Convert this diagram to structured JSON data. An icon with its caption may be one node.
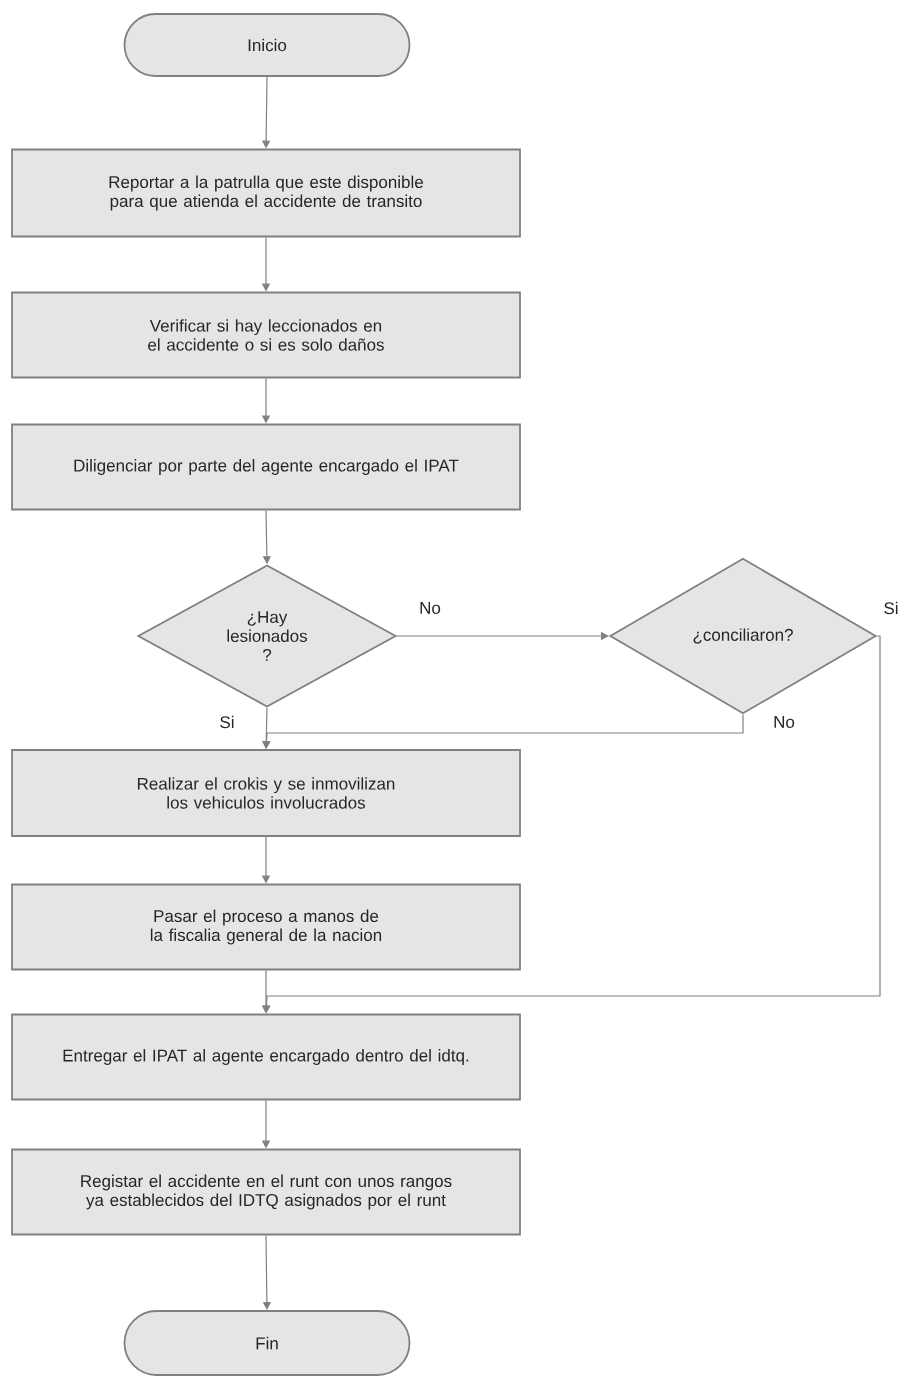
{
  "diagram": {
    "nodes": [
      {
        "text": [
          "Inicio"
        ]
      },
      {
        "text": [
          "Reportar a la patrulla que este disponible para que atienda el accidente de transito"
        ]
      },
      {
        "text": [
          "Verificar si hay leccionados en el accidente o si es solo daños"
        ]
      },
      {
        "text": [
          "Diligenciar por parte del agente encargado  el IPAT"
        ]
      },
      {
        "text": [
          "¿Hay lesionados ?"
        ]
      },
      {
        "text": [
          "¿conciliaron?"
        ]
      },
      {
        "text": [
          "Realizar el crokis y se inmovilizan los vehiculos involucrados"
        ]
      },
      {
        "text": [
          "Pasar el proceso a manos de la fiscalia general de la nacion"
        ]
      },
      {
        "text": [
          "Entregar  el IPAT al agente  encargado  dentro del idtq."
        ]
      },
      {
        "text": [
          "Registar el accidente en el runt con unos rangos ya establecidos del IDTQ asignados por el runt"
        ]
      },
      {
        "text": [
          "Fin"
        ]
      }
    ],
    "edges": [
      {
        "from": 0,
        "to": 1,
        "arrow": "to"
      },
      {
        "from": 1,
        "to": 2,
        "arrow": "to"
      },
      {
        "from": 2,
        "to": 3,
        "arrow": "to"
      },
      {
        "from": 3,
        "to": 4,
        "arrow": "to"
      },
      {
        "from": 4,
        "to": 5,
        "arrow": "to",
        "label": "No"
      },
      {
        "from": 4,
        "to": 6,
        "arrow": "to",
        "label": "Si"
      },
      {
        "from": 5,
        "to": 6,
        "arrow": "to",
        "label": "No"
      },
      {
        "from": 6,
        "to": 7,
        "arrow": "to"
      },
      {
        "from": 7,
        "to": 8,
        "arrow": "to"
      },
      {
        "from": 5,
        "to": 8,
        "arrow": "to",
        "label": "Si"
      },
      {
        "from": 8,
        "to": 9,
        "arrow": "to"
      },
      {
        "from": 9,
        "to": 10,
        "arrow": "to"
      }
    ]
  }
}
